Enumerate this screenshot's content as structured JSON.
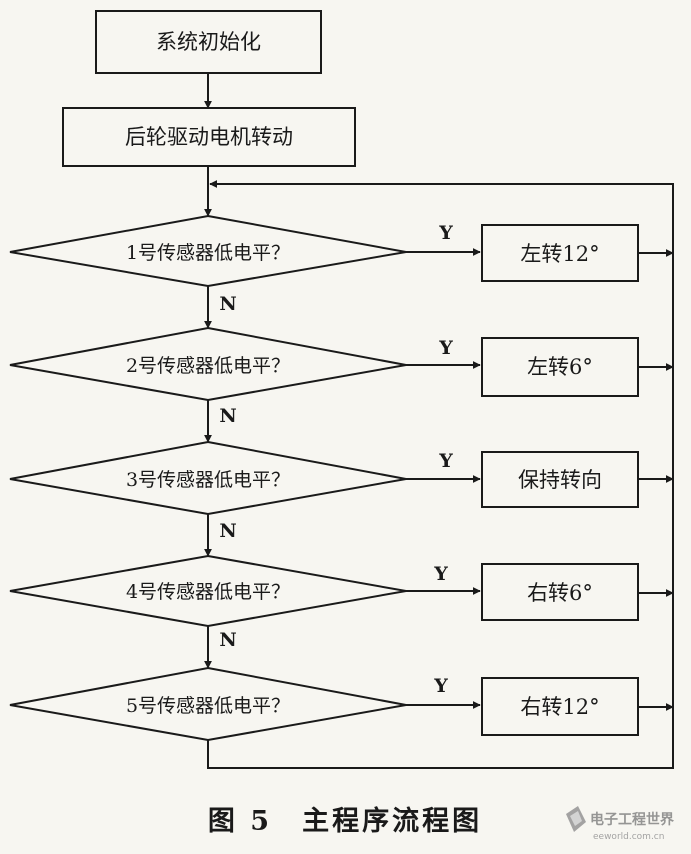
{
  "flowchart": {
    "start": "系统初始化",
    "drive": "后轮驱动电机转动",
    "decisions": [
      {
        "condition": "1号传感器低电平？",
        "yes": "Y",
        "no": "N",
        "action": "左转12°"
      },
      {
        "condition": "2号传感器低电平？",
        "yes": "Y",
        "no": "N",
        "action": "左转6°"
      },
      {
        "condition": "3号传感器低电平？",
        "yes": "Y",
        "no": "N",
        "action": "保持转向"
      },
      {
        "condition": "4号传感器低电平？",
        "yes": "Y",
        "no": "N",
        "action": "右转6°"
      },
      {
        "condition": "5号传感器低电平？",
        "yes": "Y",
        "action": "右转12°"
      }
    ]
  },
  "caption": "图 5　主程序流程图",
  "watermark": {
    "brand": "电子工程世界",
    "site": "eeworld.com.cn"
  },
  "colors": {
    "line": "#1a1a1a",
    "background": "#f7f6f1"
  }
}
